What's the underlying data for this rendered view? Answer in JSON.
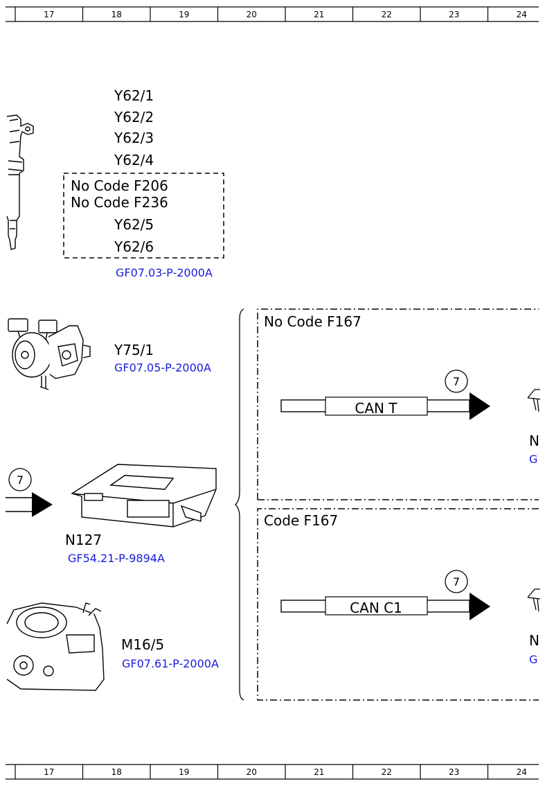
{
  "ruler": {
    "columns": [
      "17",
      "18",
      "19",
      "20",
      "21",
      "22",
      "23",
      "24"
    ]
  },
  "injectors": {
    "labels": [
      "Y62/1",
      "Y62/2",
      "Y62/3",
      "Y62/4"
    ],
    "optional_box": {
      "code1": "No Code F206",
      "code2": "No Code F236",
      "labels": [
        "Y62/5",
        "Y62/6"
      ]
    },
    "ref": "GF07.03-P-2000A"
  },
  "pump": {
    "label": "Y75/1",
    "ref": "GF07.05-P-2000A"
  },
  "control_unit": {
    "label": "N127",
    "ref": "GF54.21-P-9894A",
    "connector_num": "7"
  },
  "module": {
    "label": "M16/5",
    "ref": "GF07.61-P-2000A"
  },
  "bus_top": {
    "code": "No Code F167",
    "bus": "CAN T",
    "connector_num": "7",
    "target_label": "N",
    "target_ref": "G"
  },
  "bus_bottom": {
    "code": "Code F167",
    "bus": "CAN C1",
    "connector_num": "7",
    "target_label": "N",
    "target_ref": "G"
  }
}
